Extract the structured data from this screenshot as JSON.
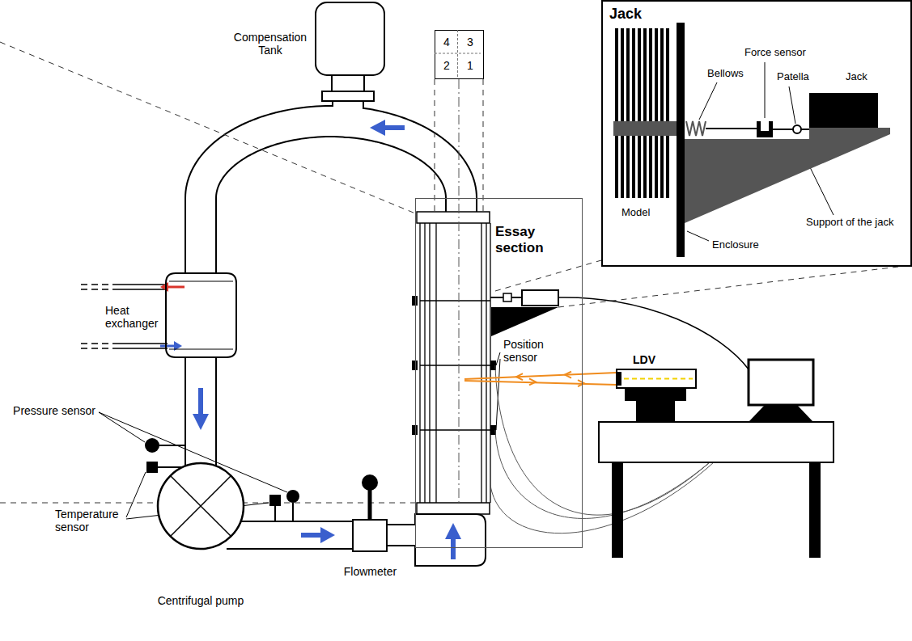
{
  "diagram": {
    "nodes": [
      {
        "text": [
          "Compensation Tank"
        ]
      },
      {
        "text": [
          "4",
          "3",
          "2",
          "1"
        ]
      },
      {
        "text": [
          "Jack"
        ]
      },
      {
        "text": [
          "Heat exchanger"
        ]
      },
      {
        "text": [
          "Essay section"
        ]
      },
      {
        "text": [
          "LDV"
        ]
      },
      {
        "text": [
          "Flowmeter"
        ]
      },
      {
        "text": [
          "Centrifugal pump"
        ]
      }
    ],
    "edges": [
      {
        "from": 7,
        "to": 6,
        "arrow": "none"
      },
      {
        "from": 6,
        "to": 4,
        "arrow": "none"
      },
      {
        "from": 4,
        "to": 0,
        "arrow": "none"
      },
      {
        "from": 0,
        "to": 3,
        "arrow": "none"
      },
      {
        "from": 3,
        "to": 7,
        "arrow": "none"
      }
    ],
    "labels": [
      "Pressure sensor",
      "Temperature sensor",
      "Position sensor",
      "Bellows",
      "Force sensor",
      "Patella",
      "Jack",
      "Model",
      "Enclosure",
      "Support of the jack"
    ]
  }
}
